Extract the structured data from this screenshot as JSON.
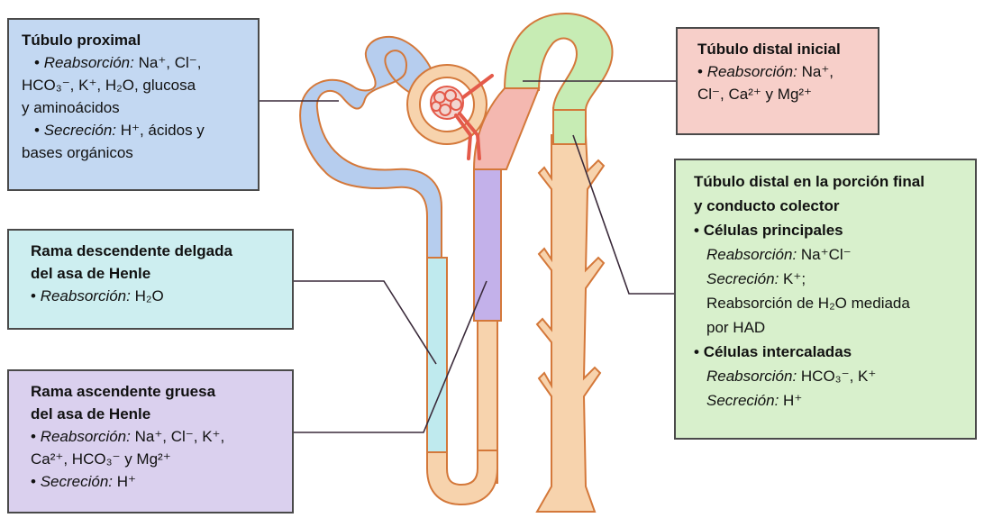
{
  "diagram": {
    "colors": {
      "proximal": "#b6cdee",
      "descending": "#bfeaee",
      "ascending": "#c3b1ea",
      "distal_initial": "#f4b8b0",
      "distal_final": "#c7ecb4",
      "collecting": "#f7d3ad",
      "outline": "#d4783a",
      "glomerulus": "#e45a4a"
    }
  },
  "proximal": {
    "title": "Túbulo proximal",
    "reab_label": "Reabsorción:",
    "reab_line1": " Na⁺, Cl⁻,",
    "reab_line2": "HCO₃⁻, K⁺, H₂O, glucosa",
    "reab_line3": "y aminoácidos",
    "sec_label": "Secreción:",
    "sec_line1": " H⁺, ácidos y",
    "sec_line2": "bases orgánicos"
  },
  "descending": {
    "title_line1": "Rama descendente delgada",
    "title_line2": "del asa de Henle",
    "reab_label": "Reabsorción:",
    "reab_value": " H₂O"
  },
  "ascending": {
    "title_line1": "Rama ascendente gruesa",
    "title_line2": "del asa de Henle",
    "reab_label": "Reabsorción:",
    "reab_line1": " Na⁺, Cl⁻, K⁺,",
    "reab_line2": "Ca²⁺, HCO₃⁻ y Mg²⁺",
    "sec_label": "Secreción:",
    "sec_value": " H⁺"
  },
  "distal_initial": {
    "title": "Túbulo distal inicial",
    "reab_label": "Reabsorción:",
    "reab_line1": " Na⁺,",
    "reab_line2": "Cl⁻, Ca²⁺ y Mg²⁺"
  },
  "distal_final": {
    "title_line1": "Túbulo distal en la porción final",
    "title_line2": "y conducto colector",
    "principal_title": "Células principales",
    "principal_reab_label": "Reabsorción:",
    "principal_reab_value": " Na⁺Cl⁻",
    "principal_sec_label": "Secreción:",
    "principal_sec_value": " K⁺;",
    "principal_water_line1": "Reabsorción de H₂O mediada",
    "principal_water_line2": "por HAD",
    "intercalated_title": "Células intercaladas",
    "intercalated_reab_label": "Reabsorción:",
    "intercalated_reab_value": " HCO₃⁻, K⁺",
    "intercalated_sec_label": "Secreción:",
    "intercalated_sec_value": " H⁺"
  }
}
